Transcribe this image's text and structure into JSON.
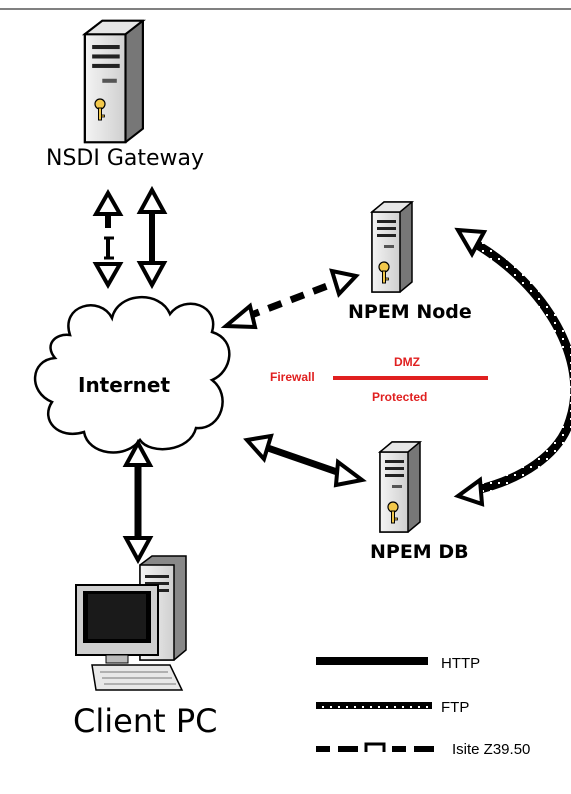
{
  "nodes": {
    "gateway": "NSDI Gateway",
    "node": "NPEM Node",
    "db": "NPEM DB",
    "internet": "Internet",
    "client": "Client PC"
  },
  "zones": {
    "firewall": "Firewall",
    "dmz": "DMZ",
    "protected": "Protected",
    "firewall_color": "#e02020"
  },
  "legend": {
    "http": "HTTP",
    "ftp": "FTP",
    "isite": "Isite Z39.50"
  },
  "icons": [
    "server-icon",
    "key-icon",
    "cloud-icon",
    "desktop-computer-icon",
    "arrow-icon"
  ]
}
